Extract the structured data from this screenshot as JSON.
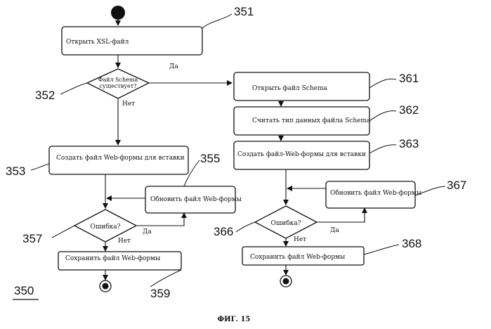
{
  "nodes": {
    "open_xsl": "Открыть XSL-файл",
    "schema_exists_1": "Файл Schema",
    "schema_exists_2": "существует?",
    "create_insert_form": "Создать файл Web-формы для вставки",
    "update_form_left": "Обновить файл Web-формы",
    "error_left": "Ошибка?",
    "save_left": "Сохранить файл Web-формы",
    "open_schema": "Открыть файл Schema",
    "read_types": "Считать тип данных файла Schema",
    "create_form_right": "Создать файл-Web-формы для  вставки",
    "update_form_right": "Обновить файл Web-формы",
    "error_right": "Ошибка?",
    "save_right": "Сохранить файл Web-формы"
  },
  "edges": {
    "yes_schema": "Да",
    "no_schema": "Нет",
    "yes_error_left": "Да",
    "no_error_left": "Нет",
    "yes_error_right": "Да",
    "no_error_right": "Нет"
  },
  "refs": {
    "r350": "350",
    "r351": "351",
    "r352": "352",
    "r353": "353",
    "r355": "355",
    "r357": "357",
    "r359": "359",
    "r361": "361",
    "r362": "362",
    "r363": "363",
    "r366": "366",
    "r367": "367",
    "r368": "368"
  },
  "caption": "ФИГ. 15"
}
